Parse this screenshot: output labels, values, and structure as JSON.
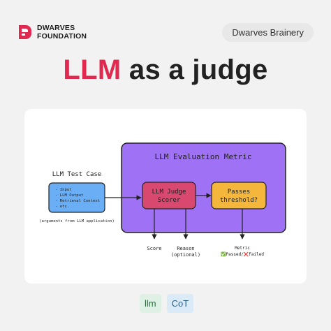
{
  "header": {
    "logo_line1": "DWARVES",
    "logo_line2": "FOUNDATION",
    "brand_pill": "Dwarves Brainery"
  },
  "headline": {
    "accent": "LLM",
    "rest": " as a judge"
  },
  "diagram": {
    "test_case_title": "LLM Test Case",
    "test_case_items": [
      "- Input",
      "- LLM Output",
      "- Retrieval Context",
      "- etc."
    ],
    "test_case_note": "(arguments from LLM application)",
    "metric_title": "LLM Evaluation Metric",
    "judge_line1": "LLM Judge",
    "judge_line2": "Scorer",
    "threshold_line1": "Passes",
    "threshold_line2": "threshold?",
    "score_label": "Score",
    "reason_line1": "Reason",
    "reason_line2": "(optional)",
    "metric_label": "Metric",
    "metric_result": "✅Passed/❌Failed",
    "colors": {
      "metric_box": "#9f71f4",
      "judge_box": "#d9486f",
      "threshold_box": "#f5b73b",
      "test_case_box": "#6aaff6"
    }
  },
  "tags": [
    "llm",
    "CoT"
  ]
}
